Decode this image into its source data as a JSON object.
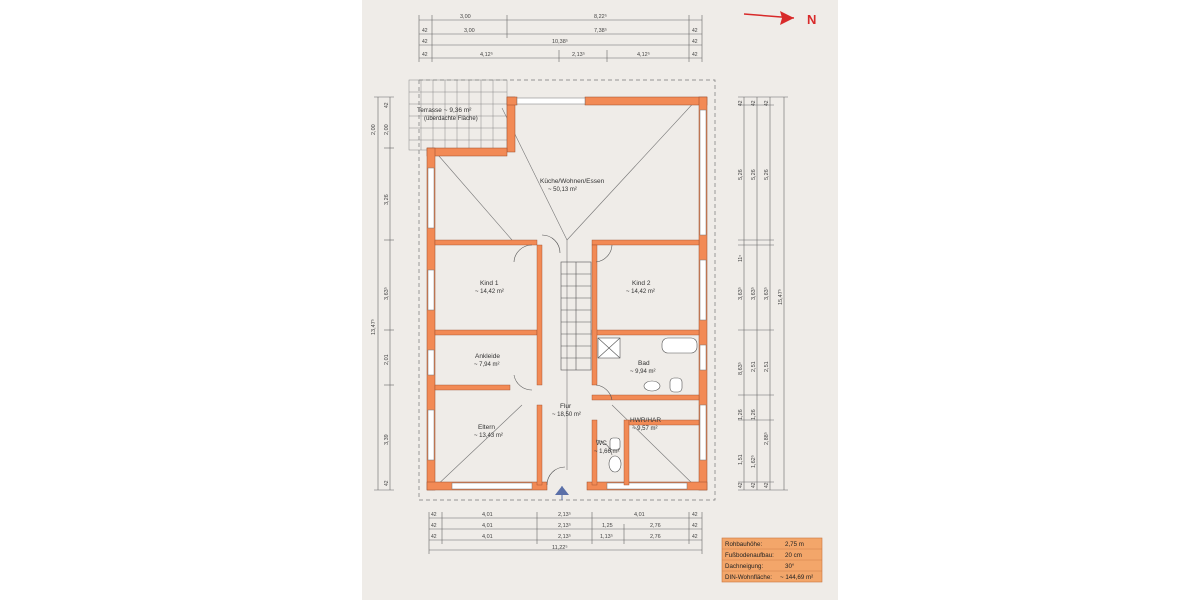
{
  "north_arrow": {
    "label": "N",
    "color": "#d82a2a"
  },
  "colors": {
    "wall": "#f28a55",
    "line": "#555555",
    "paper": "#efece8",
    "info_box": "#f3a66a"
  },
  "rooms": {
    "terrasse": {
      "name": "Terrasse ~ 9,36 m²",
      "note": "(überdachte Fläche)"
    },
    "kueche": {
      "name": "Küche/Wohnen/Essen",
      "area": "~ 50,13 m²"
    },
    "kind1": {
      "name": "Kind 1",
      "area": "~ 14,42 m²"
    },
    "kind2": {
      "name": "Kind 2",
      "area": "~ 14,42 m²"
    },
    "ankleide": {
      "name": "Ankleide",
      "area": "~ 7,94 m²"
    },
    "bad": {
      "name": "Bad",
      "area": "~ 9,94 m²"
    },
    "flur": {
      "name": "Flur",
      "area": "~ 18,50 m²"
    },
    "hwr": {
      "name": "HWR/HAR",
      "area": "~ 9,57 m²"
    },
    "eltern": {
      "name": "Eltern",
      "area": "~ 13,43 m²"
    },
    "wc": {
      "name": "WC",
      "area": "~ 1,66 m²"
    }
  },
  "dims_top": {
    "row1": [
      "3,00",
      "8,22⁵"
    ],
    "row2": [
      "42",
      "3,00",
      "7,38⁵",
      "42"
    ],
    "row3": [
      "42",
      "10,38⁵",
      "42"
    ],
    "row4": [
      "42",
      "4,12⁵",
      "2,13⁵",
      "4,12⁵",
      "42"
    ]
  },
  "dims_bottom": {
    "row1": [
      "42",
      "4,01",
      "2,13⁵",
      "4,01",
      "42"
    ],
    "row2": [
      "42",
      "4,01",
      "2,13⁵",
      "1,25",
      "2,76",
      "42"
    ],
    "row3": [
      "42",
      "4,01",
      "2,13⁵",
      "1,13⁵",
      "2,76",
      "42"
    ],
    "row4": [
      "11,22⁵"
    ]
  },
  "dims_left": {
    "outer": [
      "2,00",
      "13,47⁵"
    ],
    "inner": [
      "42",
      "2,00",
      "3,26",
      "3,63⁵",
      "2,01",
      "3,39",
      "42"
    ]
  },
  "dims_right": {
    "col1": [
      "42",
      "5,26",
      "11⁵",
      "3,63⁵",
      "8,63⁵",
      "1,26",
      "1,51",
      "42"
    ],
    "col2": [
      "42",
      "5,26",
      "3,63⁵",
      "2,51",
      "1,26",
      "1,62⁵",
      "42"
    ],
    "col3": [
      "42",
      "5,26",
      "3,63⁵",
      "2,51",
      "2,88⁵",
      "42"
    ],
    "total": [
      "15,47⁵"
    ]
  },
  "info_box": {
    "rows": [
      {
        "label": "Rohbauhöhe:",
        "value": "2,75 m"
      },
      {
        "label": "Fußbodenaufbau:",
        "value": "20 cm"
      },
      {
        "label": "Dachneigung:",
        "value": "30°"
      },
      {
        "label": "DIN-Wohnfläche:",
        "value": "~ 144,69 m²"
      }
    ]
  }
}
